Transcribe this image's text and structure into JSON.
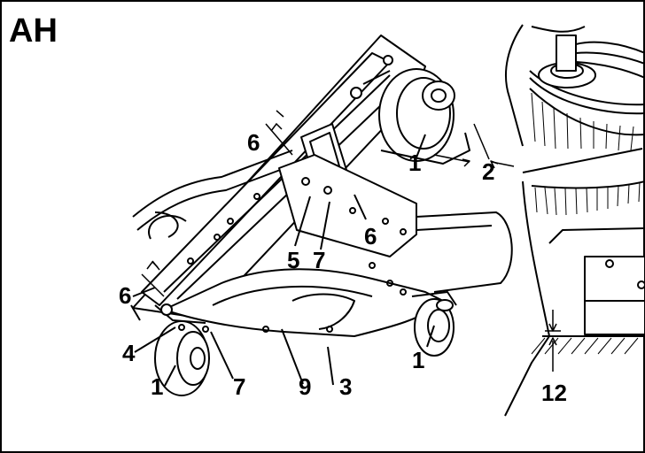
{
  "figure": {
    "title": "AH",
    "callouts": {
      "c1_top": "1",
      "c1_right": "1",
      "c1_left": "1",
      "c2": "2",
      "c3": "3",
      "c4": "4",
      "c5": "5",
      "c6_top": "6",
      "c6_mid": "6",
      "c6_left": "6",
      "c7_mid": "7",
      "c7_low": "7",
      "c9": "9",
      "c12": "12"
    }
  }
}
